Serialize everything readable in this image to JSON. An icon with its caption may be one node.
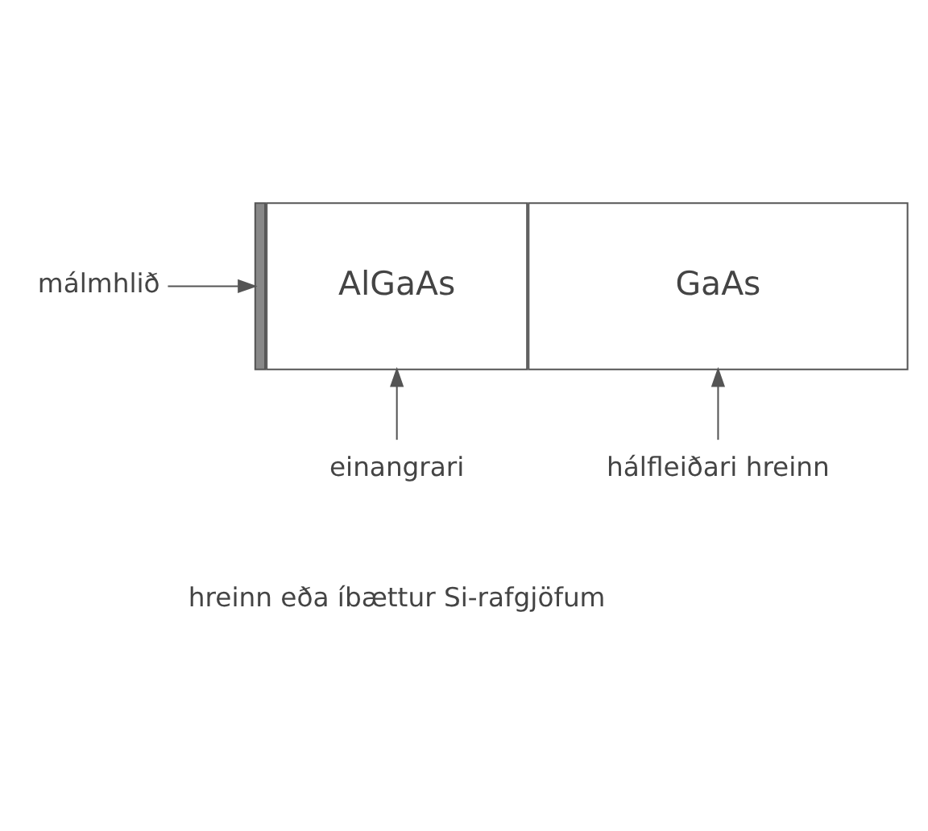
{
  "diagram": {
    "nodes": [
      {
        "text": [
          "málmhlið"
        ]
      },
      {
        "text": [],
        "shape": "bar"
      },
      {
        "text": [
          "AlGaAs"
        ]
      },
      {
        "text": [
          "GaAs"
        ]
      },
      {
        "text": [
          "einangrari"
        ]
      },
      {
        "text": [
          "hálfleiðari hreinn"
        ]
      }
    ],
    "edges": [
      {
        "from": 0,
        "to": 1,
        "arrow": "to"
      },
      {
        "from": 4,
        "to": 2,
        "arrow": "to"
      },
      {
        "from": 5,
        "to": 3,
        "arrow": "to"
      }
    ],
    "labels": [
      "hreinn eða íbættur Si-rafgjöfum"
    ]
  }
}
